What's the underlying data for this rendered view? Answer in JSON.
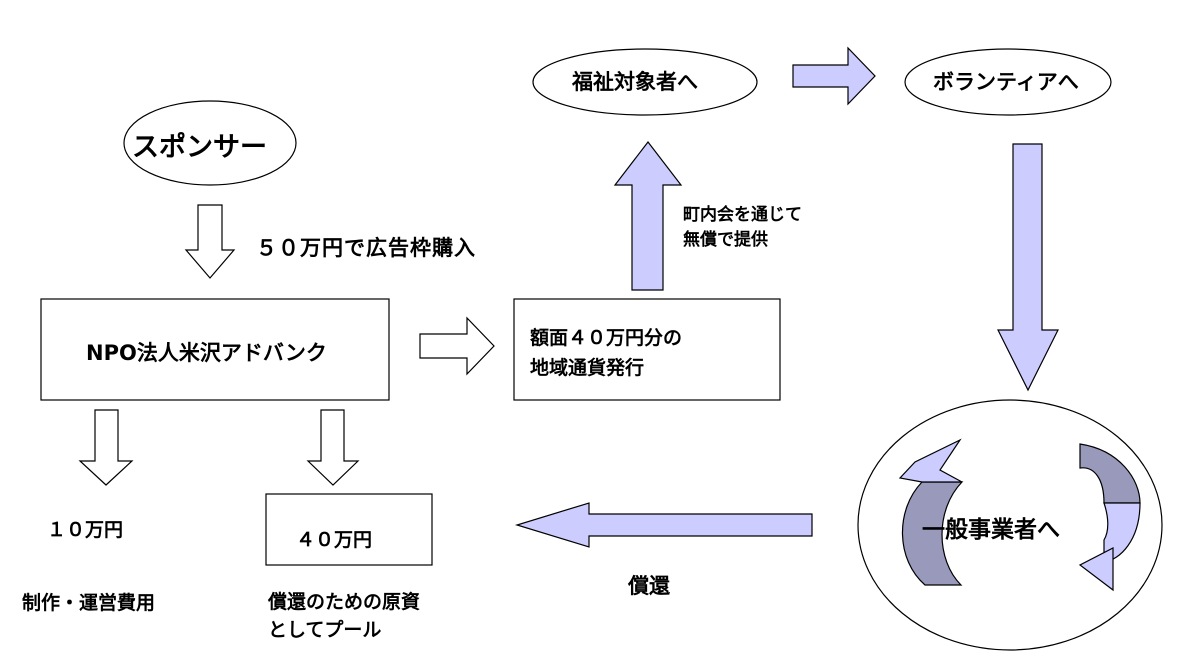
{
  "nodes": {
    "sponsor": "スポンサー",
    "fukushi": "福祉対象者へ",
    "volunteer": "ボランティアへ",
    "npo": "NPO法人米沢アドバンク",
    "issue": "額面４０万円分の\n地域通貨発行",
    "ippan": "一般事業者へ",
    "forty": "４０万円"
  },
  "labels": {
    "purchase": "５０万円で広告枠購入",
    "chonai": "町内会を通じて\n無償で提供",
    "tenman": "１０万円",
    "seisaku": "制作・運営費用",
    "pool": "償還のための原資\nとしてプール",
    "shokan": "償還"
  },
  "colors": {
    "accent_fill": "#ccccff",
    "cycle_dark": "#9999bb",
    "stroke": "#000000"
  }
}
